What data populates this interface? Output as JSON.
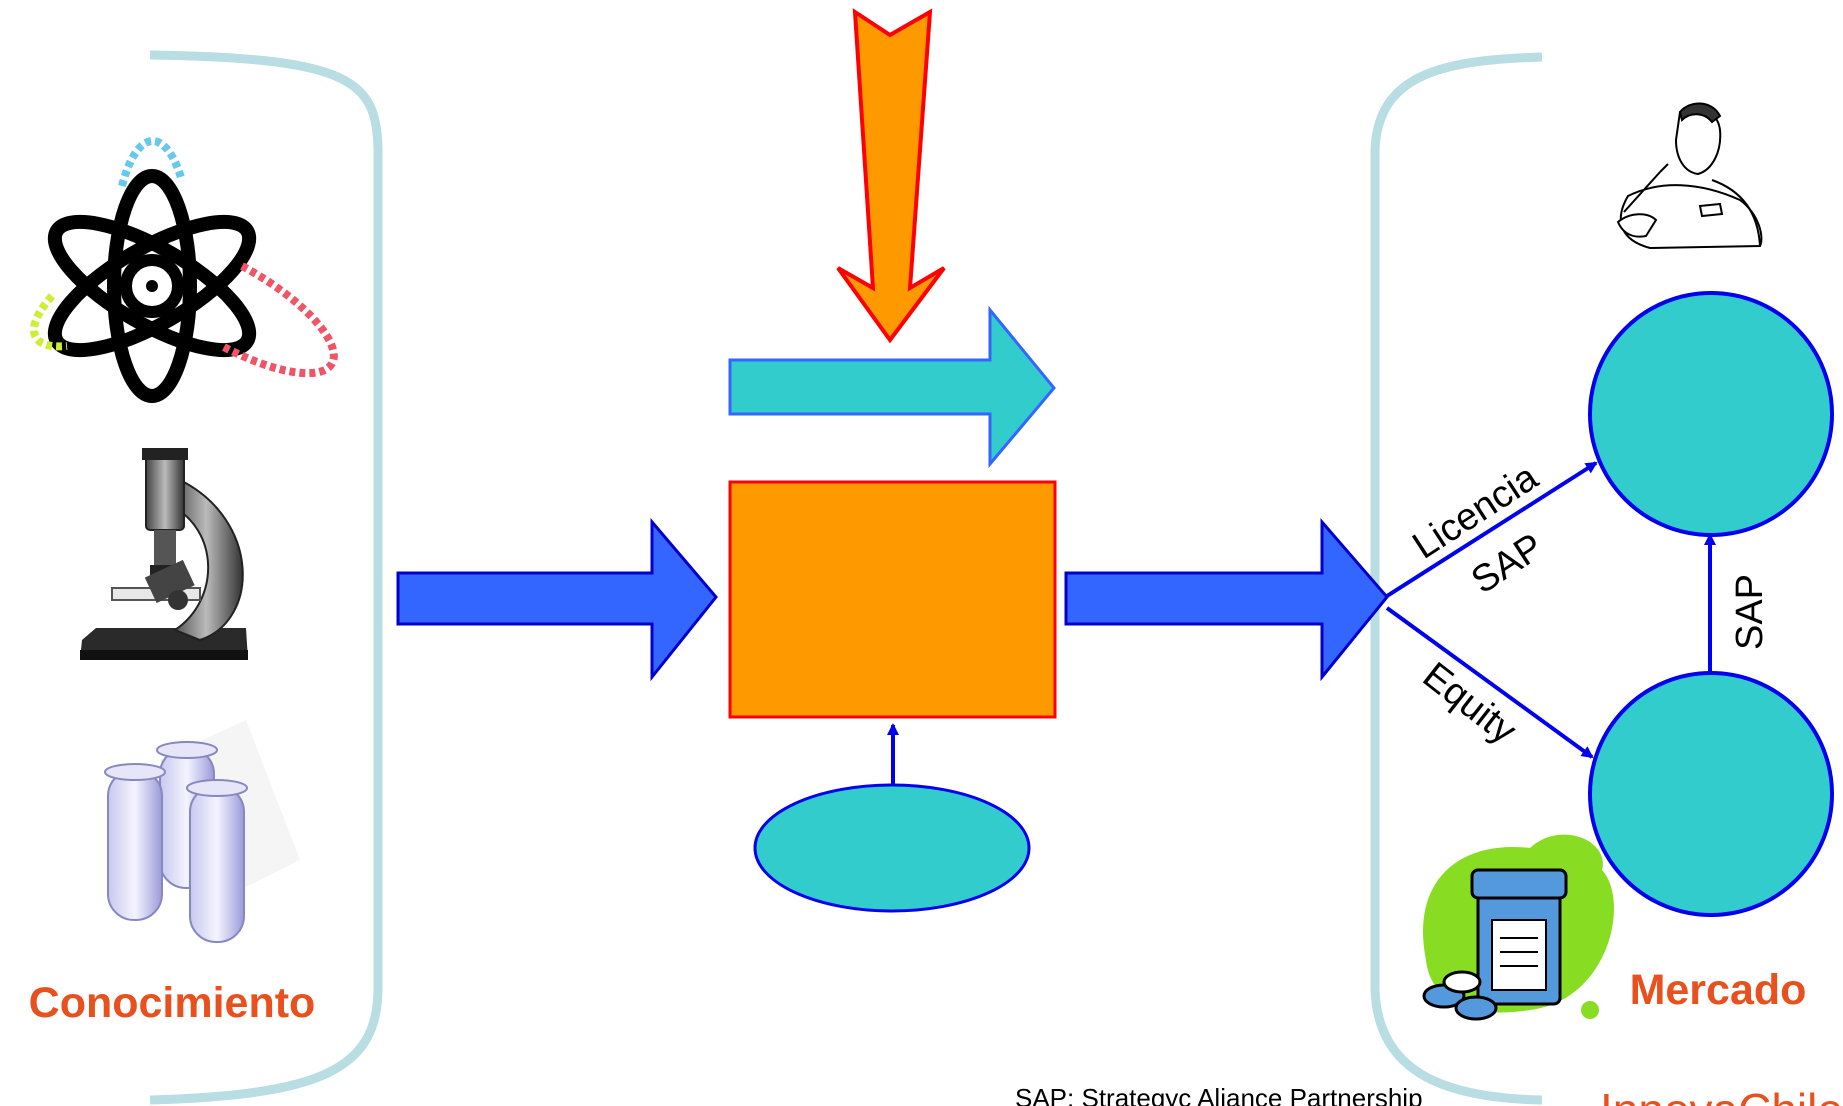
{
  "left_section": {
    "label": "Conocimiento"
  },
  "right_section": {
    "label": "Mercado"
  },
  "edge_labels": {
    "licencia": "Licencia",
    "sap_upper": "SAP",
    "equity": "Equity",
    "sap_vertical": "SAP"
  },
  "footnote": "SAP: Strategyc Aliance Partnership",
  "brand": "InnovaChile",
  "colors": {
    "blue_arrow": "#3366ff",
    "teal": "#33cccc",
    "orange": "#ff9900",
    "red_outline": "#ff0000",
    "orange_text": "#e8501e",
    "bracket": "#b8dde2",
    "blue_line": "#0000ee"
  },
  "icons": [
    "atom-icon",
    "microscope-icon",
    "test-tubes-icon",
    "nurse-syringe-icon",
    "medicine-bottle-icon"
  ]
}
